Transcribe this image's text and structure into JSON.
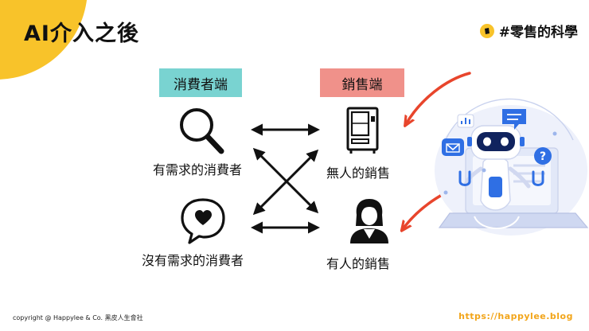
{
  "title": "AI介入之後",
  "brand": "#零售的科學",
  "tags": {
    "consumer": "消費者端",
    "seller": "銷售端"
  },
  "labels": {
    "needy_consumer": "有需求的消費者",
    "no_need_consumer": "沒有需求的消費者",
    "unmanned_seller": "無人的銷售",
    "human_seller": "有人的銷售"
  },
  "footer": {
    "copyright": "copyright @ Happylee & Co. 黑皮人生會社",
    "url": "https://happylee.blog"
  },
  "colors": {
    "accent_yellow": "#f8c32a",
    "consumer_tag": "#79d3d1",
    "seller_tag": "#f0918a",
    "arrow_red": "#e8452c",
    "url_orange": "#f2a51a"
  }
}
